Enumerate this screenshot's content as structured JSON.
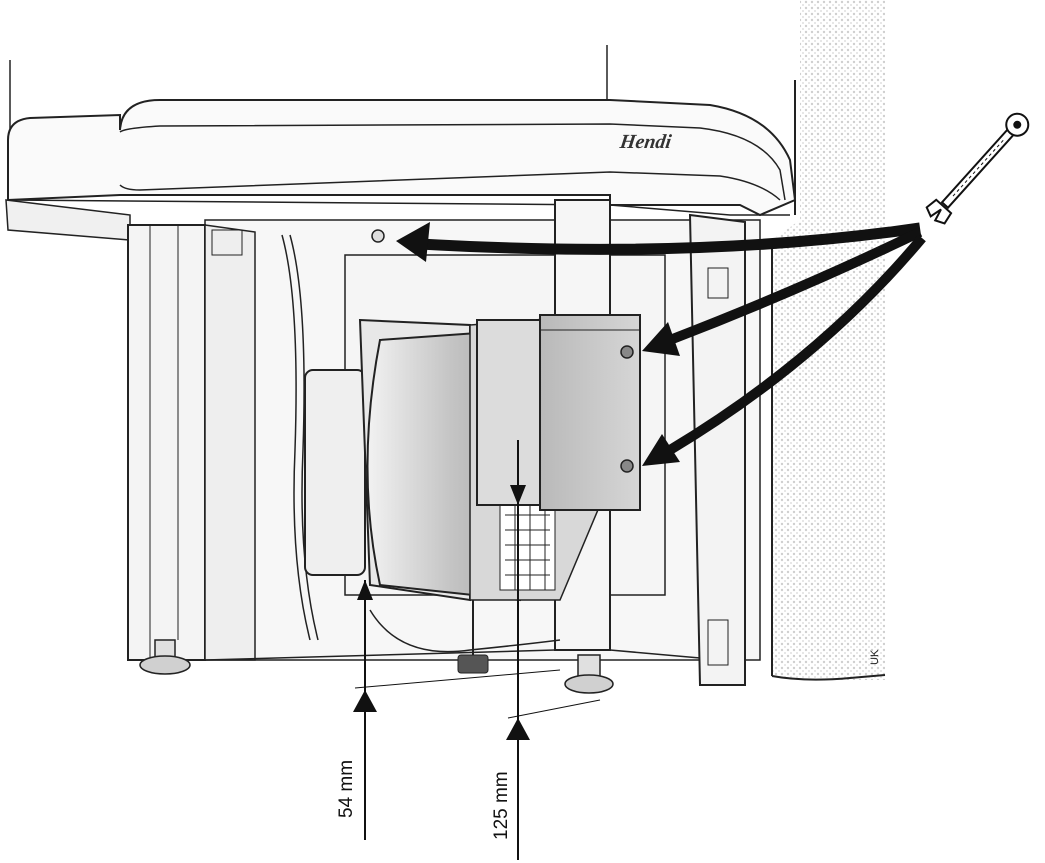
{
  "brand": {
    "logo_text": "Hendi",
    "logo_kind": "brand-logo"
  },
  "dimensions": [
    {
      "id": "foot-height",
      "label": "54 mm",
      "value": 54,
      "unit": "mm"
    },
    {
      "id": "mount-height",
      "label": "125 mm",
      "value": 125,
      "unit": "mm"
    }
  ],
  "corner_code": "UK",
  "colors": {
    "ink": "#111111",
    "line": "#222222",
    "panel_light": "#f4f4f4",
    "panel_mid": "#c9c9c9",
    "panel_dark": "#9a9a9a",
    "wall_dots": "#d8d8d8"
  },
  "icons": [
    "spanner-icon",
    "arrow-to-screw-icon",
    "arrow-to-top-bolt-icon",
    "arrow-to-bottom-bolt-icon"
  ]
}
